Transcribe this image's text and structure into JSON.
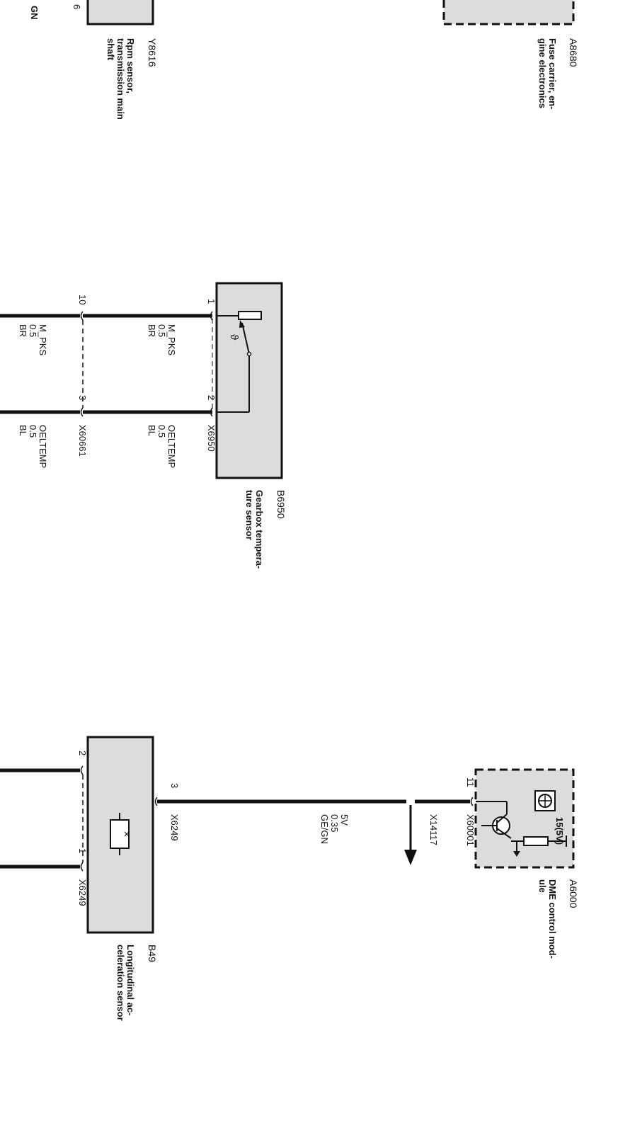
{
  "components": {
    "y8616": {
      "id": "Y8616",
      "name_lines": [
        "Rpm sensor,",
        "transmission main",
        "shaft"
      ],
      "partial_pin": "6",
      "partial_color": "GN"
    },
    "a8680": {
      "id": "A8680",
      "name_lines": [
        "Fuse carrier, en-",
        "gine electronics"
      ]
    },
    "b6950": {
      "id": "B6950",
      "name_lines": [
        "Gearbox tempera-",
        "ture sensor"
      ],
      "connector": "X6950",
      "pins": [
        "1",
        "2"
      ],
      "symbol": "ϑ"
    },
    "b49": {
      "id": "B49",
      "name_lines": [
        "Longitudinal ac-",
        "celeration sensor"
      ],
      "connector_pin3": "X6249",
      "connector_pins12": "X6249",
      "pins": [
        "3",
        "2",
        "1"
      ]
    },
    "a6000": {
      "id": "A6000",
      "name_lines": [
        "DME control mod-",
        "ule"
      ],
      "connector": "X60001",
      "pin": "11",
      "supply": "15(5V)"
    }
  },
  "connectors": {
    "x60661": {
      "id": "X60661",
      "pins": [
        "10",
        "3"
      ]
    },
    "x14117": {
      "id": "X14117"
    }
  },
  "wires": {
    "m_pks_upper": {
      "signal": "M_PKS",
      "gauge": "0.5",
      "color": "BR"
    },
    "oeltemp_upper": {
      "signal": "OELTEMP",
      "gauge": "0.5",
      "color": "BL"
    },
    "m_pks_lower": {
      "signal": "M_PKS",
      "gauge": "0.5",
      "color": "BR"
    },
    "oeltemp_lower": {
      "signal": "OELTEMP",
      "gauge": "0.5",
      "color": "BL"
    },
    "fivev": {
      "signal": "5V",
      "gauge": "0.35",
      "color": "GE/GN"
    }
  },
  "colors": {
    "line": "#111111",
    "box_fill": "#dcdcdc"
  }
}
